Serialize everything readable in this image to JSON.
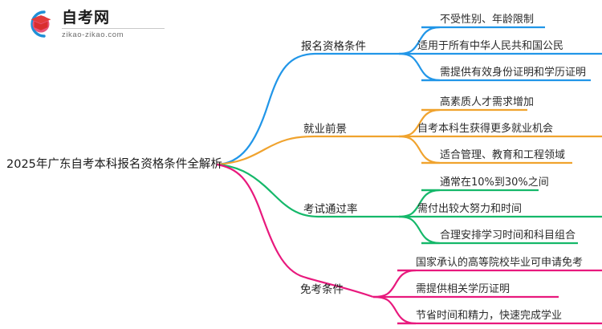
{
  "logo": {
    "title": "自考网",
    "domain": "zikao-zikao.com",
    "mark_icon": "graduation-cap-logo-icon",
    "arc_color": "#1f8fd6",
    "cap_color": "#e23b3b",
    "cap_inner_color": "#e8557a"
  },
  "mindmap": {
    "root": {
      "label": "2025年广东自考本科报名资格条件全解析"
    },
    "branches": [
      {
        "label": "报名资格条件",
        "color": "#2196e8",
        "children": [
          {
            "label": "不受性别、年龄限制"
          },
          {
            "label": "适用于所有中华人民共和国公民"
          },
          {
            "label": "需提供有效身份证明和学历证明"
          }
        ]
      },
      {
        "label": "就业前景",
        "color": "#f0a32e",
        "children": [
          {
            "label": "高素质人才需求增加"
          },
          {
            "label": "自考本科生获得更多就业机会"
          },
          {
            "label": "适合管理、教育和工程领域"
          }
        ]
      },
      {
        "label": "考试通过率",
        "color": "#15b86a",
        "children": [
          {
            "label": "通常在10%到30%之间"
          },
          {
            "label": "需付出较大努力和时间"
          },
          {
            "label": "合理安排学习时间和科目组合"
          }
        ]
      },
      {
        "label": "免考条件",
        "color": "#e8197d",
        "children": [
          {
            "label": "国家承认的高等院校毕业可申请免考"
          },
          {
            "label": "需提供相关学历证明"
          },
          {
            "label": "节省时间和精力，快速完成学业"
          }
        ]
      }
    ]
  }
}
